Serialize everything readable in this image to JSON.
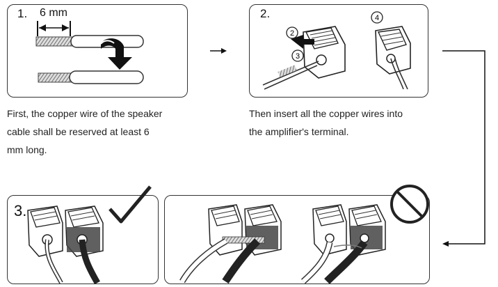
{
  "steps": [
    {
      "number": "1.",
      "measure": "6 mm",
      "caption": [
        "First, the copper wire of the speaker",
        "cable shall be reserved at least 6",
        "mm long."
      ]
    },
    {
      "number": "2.",
      "callouts": [
        "2",
        "3",
        "4"
      ],
      "caption": [
        "Then insert all the copper wires into",
        "the amplifier's terminal."
      ]
    },
    {
      "number": "3."
    }
  ],
  "marks": {
    "correct": "checkmark-icon",
    "wrong": "prohibited-icon"
  }
}
